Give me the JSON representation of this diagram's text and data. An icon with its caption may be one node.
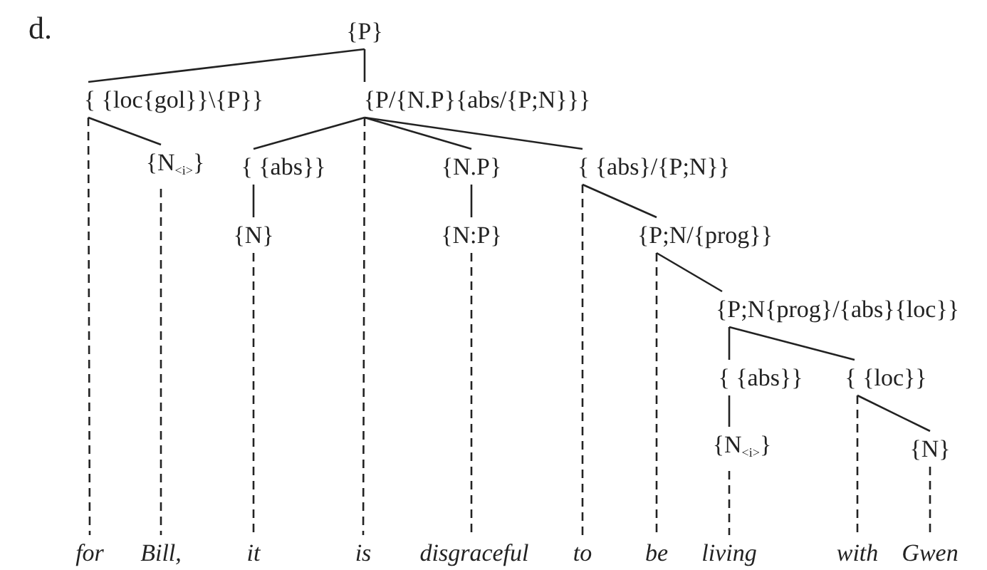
{
  "diagram": {
    "nodes": [
      {
        "text": [
          "{P}"
        ]
      },
      {
        "text": [
          "{ {loc{gol}}\\{P}}"
        ]
      },
      {
        "text": [
          "{P/{N.P}{abs/{P;N}}}"
        ]
      },
      {
        "text": [
          "{N$_{<i>}$}"
        ]
      },
      {
        "text": [
          "{ {abs}}"
        ]
      },
      {
        "text": [
          "{N.P}"
        ]
      },
      {
        "text": [
          "{ {abs}/{P;N}}"
        ]
      },
      {
        "text": [
          "{N}"
        ]
      },
      {
        "text": [
          "{N:P}"
        ]
      },
      {
        "text": [
          "{P;N/{prog}}"
        ]
      },
      {
        "text": [
          "{P;N{prog}/{abs}{loc}}"
        ]
      },
      {
        "text": [
          "{ {abs}}"
        ]
      },
      {
        "text": [
          "{ {loc}}"
        ]
      },
      {
        "text": [
          "{N$_{<i>}$}"
        ]
      },
      {
        "text": [
          "{N}"
        ]
      },
      {
        "text": [
          "for"
        ]
      },
      {
        "text": [
          "Bill,"
        ]
      },
      {
        "text": [
          "it"
        ]
      },
      {
        "text": [
          "is"
        ]
      },
      {
        "text": [
          "disgraceful"
        ]
      },
      {
        "text": [
          "to"
        ]
      },
      {
        "text": [
          "be"
        ]
      },
      {
        "text": [
          "living"
        ]
      },
      {
        "text": [
          "with"
        ]
      },
      {
        "text": [
          "Gwen"
        ]
      }
    ],
    "edges": [
      {
        "from": 0,
        "to": 1,
        "arrow": "none"
      },
      {
        "from": 0,
        "to": 2,
        "arrow": "none"
      },
      {
        "from": 1,
        "to": 3,
        "arrow": "none"
      },
      {
        "from": 2,
        "to": 4,
        "arrow": "none"
      },
      {
        "from": 2,
        "to": 5,
        "arrow": "none"
      },
      {
        "from": 2,
        "to": 6,
        "arrow": "none"
      },
      {
        "from": 4,
        "to": 7,
        "arrow": "none"
      },
      {
        "from": 5,
        "to": 8,
        "arrow": "none"
      },
      {
        "from": 6,
        "to": 9,
        "arrow": "none"
      },
      {
        "from": 9,
        "to": 10,
        "arrow": "none"
      },
      {
        "from": 10,
        "to": 11,
        "arrow": "none"
      },
      {
        "from": 10,
        "to": 12,
        "arrow": "none"
      },
      {
        "from": 11,
        "to": 13,
        "arrow": "none"
      },
      {
        "from": 12,
        "to": 14,
        "arrow": "none"
      },
      {
        "from": 1,
        "to": 15,
        "arrow": "none",
        "style": "dashed"
      },
      {
        "from": 3,
        "to": 16,
        "arrow": "none",
        "style": "dashed"
      },
      {
        "from": 7,
        "to": 17,
        "arrow": "none",
        "style": "dashed"
      },
      {
        "from": 2,
        "to": 18,
        "arrow": "none",
        "style": "dashed"
      },
      {
        "from": 8,
        "to": 19,
        "arrow": "none",
        "style": "dashed"
      },
      {
        "from": 6,
        "to": 20,
        "arrow": "none",
        "style": "dashed"
      },
      {
        "from": 9,
        "to": 21,
        "arrow": "none",
        "style": "dashed"
      },
      {
        "from": 13,
        "to": 22,
        "arrow": "none",
        "style": "dashed"
      },
      {
        "from": 12,
        "to": 23,
        "arrow": "none",
        "style": "dashed"
      },
      {
        "from": 14,
        "to": 24,
        "arrow": "none",
        "style": "dashed"
      }
    ],
    "labels": [
      "d."
    ]
  }
}
